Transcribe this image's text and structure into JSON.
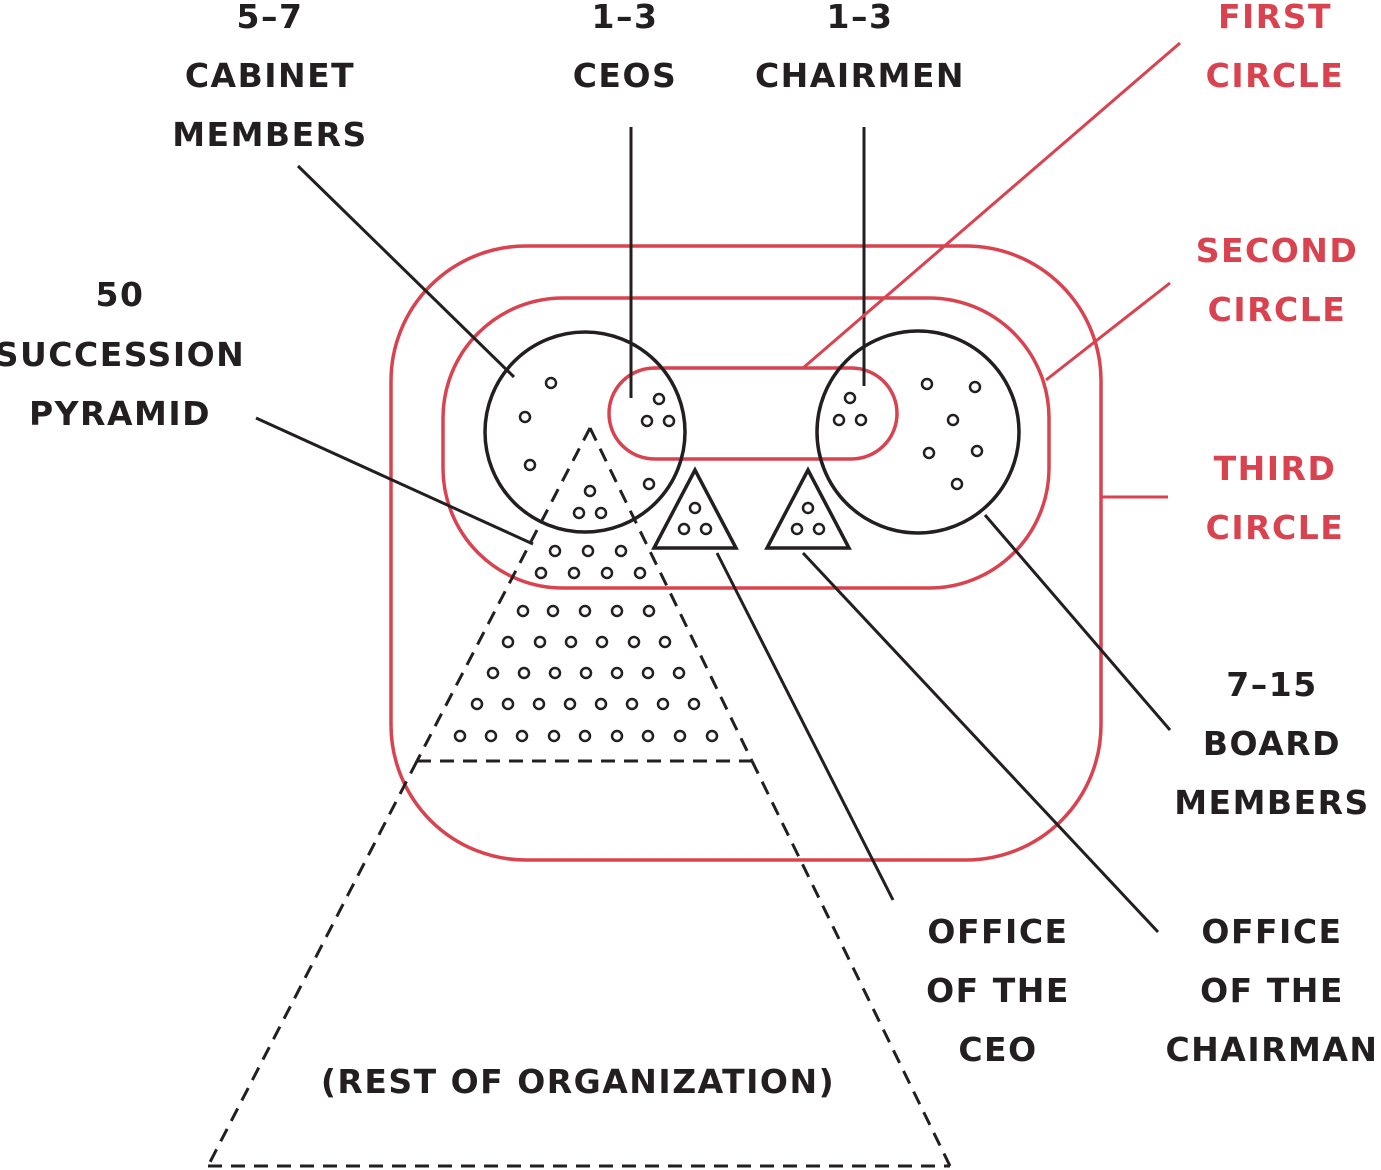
{
  "labels": {
    "cabinet": [
      "5–7",
      "CABINET",
      "MEMBERS"
    ],
    "ceos": [
      "1–3",
      "CEOS"
    ],
    "chairmen": [
      "1–3",
      "CHAIRMEN"
    ],
    "first_circle": [
      "FIRST",
      "CIRCLE"
    ],
    "second_circle": [
      "SECOND",
      "CIRCLE"
    ],
    "third_circle": [
      "THIRD",
      "CIRCLE"
    ],
    "succession": [
      "50",
      "SUCCESSION",
      "PYRAMID"
    ],
    "board": [
      "7–15",
      "BOARD",
      "MEMBERS"
    ],
    "office_ceo": [
      "OFFICE",
      "OF THE",
      "CEO"
    ],
    "office_chairman": [
      "OFFICE",
      "OF THE",
      "CHAIRMAN"
    ],
    "rest_of_org": "(REST OF ORGANIZATION)"
  },
  "colors": {
    "ink": "#231f20",
    "accent": "#d9434f"
  }
}
